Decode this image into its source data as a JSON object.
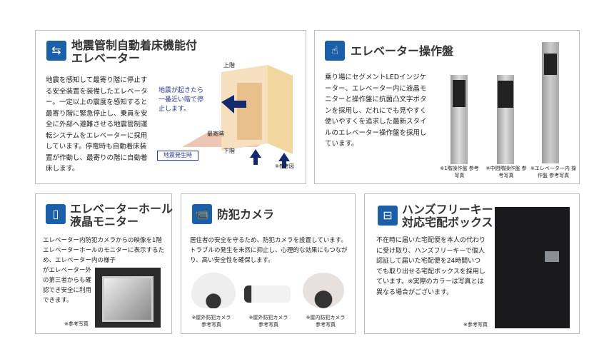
{
  "quake": {
    "title1": "地震管制自動着床機能付",
    "title2": "エレベーター",
    "body": "地震を感知して最寄り階に停止する安全装置を装備したエレベーター。一定以上の震度を感知すると最寄り階に緊急停止し、乗員を安全に外部へ避難させる地震管制運転システムをエレベーターに採用しています。停電時も自動着床装置が作動し、最寄りの階に自動着床します。",
    "diagram": {
      "upper": "上階",
      "nearest": "最寄階",
      "lower": "下階",
      "callout": "地震が起きたら一番近い階で停止します。",
      "event": "地震発生時"
    },
    "note": "※参考図"
  },
  "panel": {
    "title": "エレベーター操作盤",
    "body": "乗り場にセグメントLEDインジケーター、エレベーター内に液晶モニターと操作盤に抗菌凸文字ボタンを採用し、だれにでも見やすく使いやすくを追求した最新スタイルのエレベーター操作盤を採用しています。",
    "captions": [
      "※1階操作盤 参考写真",
      "※中間階操作盤 参考写真",
      "※エレベーター内 操作盤 参考写真"
    ]
  },
  "monitor": {
    "title1": "エレベーターホール",
    "title2": "液晶モニター",
    "body_top": "エレベーター内防犯カメラからの映像を1階エレベーターホールのモニターに表示するため、エレベーター内の様子",
    "body_side": "がエレベーター外の第三者からも確認でき安全に利用できます。",
    "note": "※参考写真"
  },
  "camera": {
    "title": "防犯カメラ",
    "body": "居住者の安全を守るため、防犯カメラを設置しています。トラブルの発生を未然に抑止し、心理的な効果にもつながり、高い安全性を確保します。",
    "captions": [
      "※屋外防犯カメラ 参考写真",
      "※屋外防犯カメラ 参考写真",
      "※屋内防犯カメラ 参考写真"
    ]
  },
  "delivery": {
    "title1": "ハンズフリーキー",
    "title2": "対応宅配ボックス",
    "body": "不在時に届いた宅配便を本人の代わりに受け取り、ハンズフリーキーで個人認証して届いた宅配便を24時間いつでも取り出せる宅配ボックスを採用しています。※実際のカラーは写真とは異なる場合がございます。",
    "note": "※参考写真"
  },
  "colors": {
    "accent": "#1b5fa8",
    "callout": "#2a3a8c"
  }
}
